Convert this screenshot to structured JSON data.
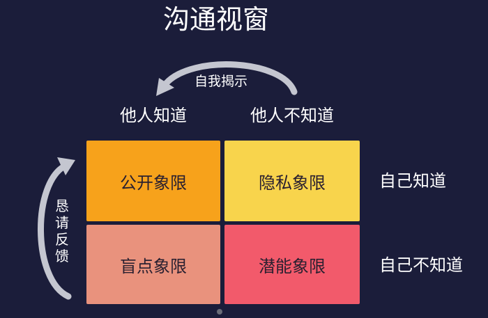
{
  "title": "沟通视窗",
  "arrows": {
    "self_disclosure": "自我揭示",
    "seek_feedback": "恳请反馈"
  },
  "columns": [
    "他人知道",
    "他人不知道"
  ],
  "rows": [
    "自己知道",
    "自己不知道"
  ],
  "quadrants": [
    {
      "label": "公开象限",
      "color": "#f7a21b"
    },
    {
      "label": "隐私象限",
      "color": "#f8d44c"
    },
    {
      "label": "盲点象限",
      "color": "#e9927d"
    },
    {
      "label": "潜能象限",
      "color": "#f25a6b"
    }
  ],
  "colors": {
    "background": "#1b1d3a",
    "arrow": "#c4c6d0",
    "text": "#ffffff"
  }
}
